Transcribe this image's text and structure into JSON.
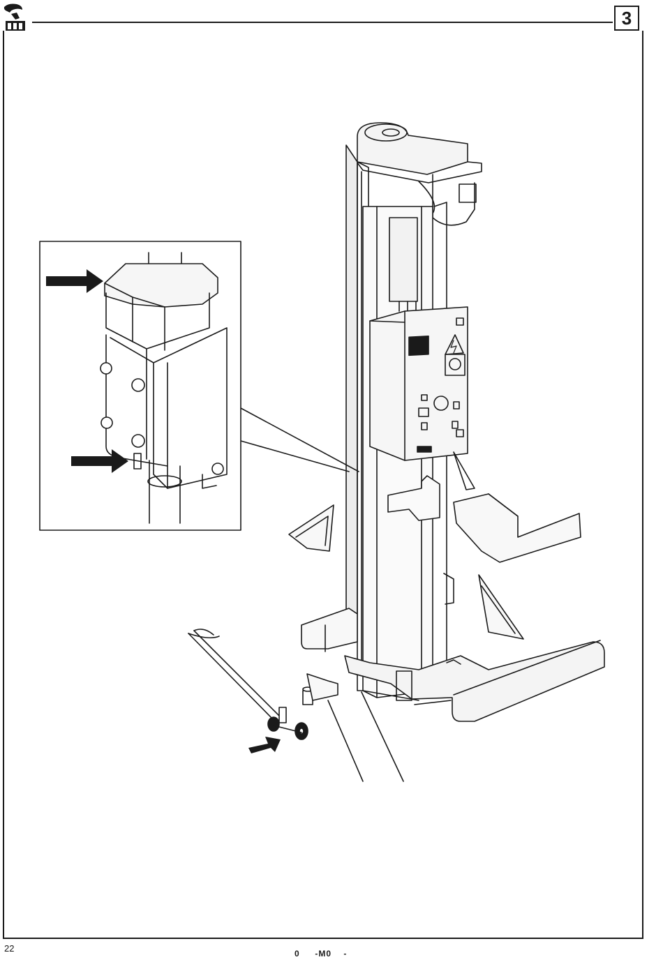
{
  "header": {
    "page_tag": "3"
  },
  "footer": {
    "page_number": "22",
    "doc_code": "0     -M0    -"
  },
  "illustration": {
    "icons": [
      "manufacturer-logo",
      "right-arrow",
      "right-arrow",
      "diagonal-arrow",
      "warning-electric-icon"
    ]
  }
}
